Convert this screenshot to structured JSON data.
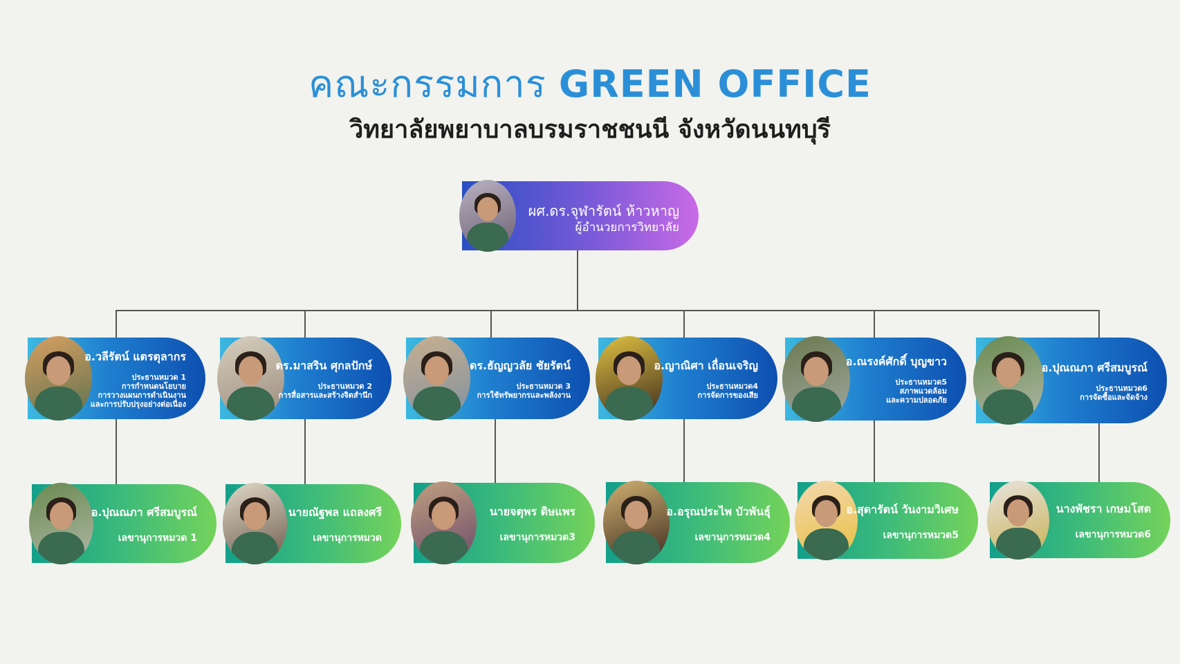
{
  "header": {
    "title_thai": "คณะกรรมการ",
    "title_en": "GREEN OFFICE",
    "subtitle": "วิทยาลัยพยาบาลบรมราชชนนี จังหวัดนนทบุรี"
  },
  "director": {
    "name": "ผศ.ดร.จุฬารัตน์  ห้าวหาญ",
    "role": [
      "ผู้อำนวยการวิทยาลัย"
    ]
  },
  "chairs": [
    {
      "name": "อ.วลีรัตน์ แตรตุลากร",
      "role": [
        "ประธานหมวด 1",
        "การกำหนดนโยบาย",
        "การวางแผนการดำเนินงาน",
        "และการปรับปรุงอย่างต่อเนื่อง"
      ]
    },
    {
      "name": "ดร.มาสริน ศุกลปักษ์",
      "role": [
        "ประธานหมวด 2",
        "การสื่อสารและสร้างจิตสำนึก"
      ]
    },
    {
      "name": "ดร.ธัญญวลัย ชัยรัตน์",
      "role": [
        "ประธานหมวด 3",
        "การใช้ทรัพยากรและพลังงาน"
      ]
    },
    {
      "name": "อ.ญาณิศา เถื่อนเจริญ",
      "role": [
        "ประธานหมวด4",
        "การจัดการของเสีย"
      ]
    },
    {
      "name": "อ.ณรงค์ศักดิ์ บุญขาว",
      "role": [
        "ประธานหมวด5",
        "สภาพแวดล้อม",
        "และความปลอดภัย"
      ]
    },
    {
      "name": "อ.ปุณณภา ศรีสมบูรณ์",
      "role": [
        "ประธานหมวด6",
        "การจัดซื้อและจัดจ้าง"
      ]
    }
  ],
  "secretaries": [
    {
      "name": "อ.ปุณณภา ศรีสมบูรณ์",
      "role": [
        "เลขานุการหมวด 1"
      ]
    },
    {
      "name": "นายณัฐพล แถลงศรี",
      "role": [
        "เลขานุการหมวด"
      ]
    },
    {
      "name": "นายจตุพร ดิษแพร",
      "role": [
        "เลขานุการหมวด3"
      ]
    },
    {
      "name": "อ.อรุณประไพ บัวพันธุ์",
      "role": [
        "เลขานุการหมวด4"
      ]
    },
    {
      "name": "อ.สุดารัตน์ วันงามวิเศษ",
      "role": [
        "เลขานุการหมวด5"
      ]
    },
    {
      "name": "นางพัชรา เกษมโสต",
      "role": [
        "เลขานุการหมวด6"
      ]
    }
  ],
  "colors": {
    "title": "#2b8fd8",
    "chair_gradient_end": "#0d4fb0",
    "secretary_gradient_end": "#74d35a",
    "director_gradient_end": "#c96ae6"
  }
}
